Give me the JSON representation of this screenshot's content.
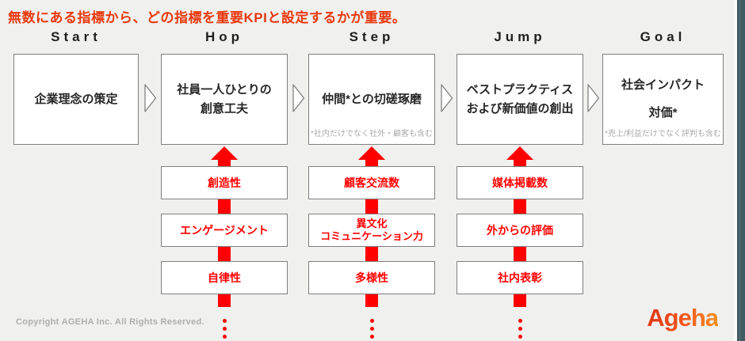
{
  "title": "無数にある指標から、どの指標を重要KPIと設定するかが重要。",
  "columns": [
    {
      "header": "Start",
      "box": "企業理念の策定",
      "note": "",
      "kpis": []
    },
    {
      "header": "Hop",
      "box": "社員一人ひとりの\n創意工夫",
      "note": "",
      "kpis": [
        "創造性",
        "エンゲージメント",
        "自律性"
      ]
    },
    {
      "header": "Step",
      "box": "仲間*との切磋琢磨",
      "note": "*社内だけでなく社外・顧客も含む",
      "kpis": [
        "顧客交流数",
        "異文化\nコミュニケーション力",
        "多様性"
      ]
    },
    {
      "header": "Jump",
      "box": "ベストプラクティス\nおよび新価値の創出",
      "note": "",
      "kpis": [
        "媒体掲載数",
        "外からの評価",
        "社内表彰"
      ]
    },
    {
      "header": "Goal",
      "box": "社会インパクト\n対価*",
      "note": "*売上/利益だけでなく評判も含む",
      "kpis": []
    }
  ],
  "footer": {
    "copyright": "Copyright AGEHA Inc. All Rights Reserved.",
    "logo_text": "Ageha"
  },
  "colors": {
    "title_red": "#e8380d",
    "arrow_red": "#ff0000",
    "kpi_text_red": "#ff0000",
    "edge_strip_teal": "#405b63",
    "logo_gradient_start": "#e23a17",
    "logo_gradient_end": "#f8921d",
    "background": "#f0f0ef"
  }
}
